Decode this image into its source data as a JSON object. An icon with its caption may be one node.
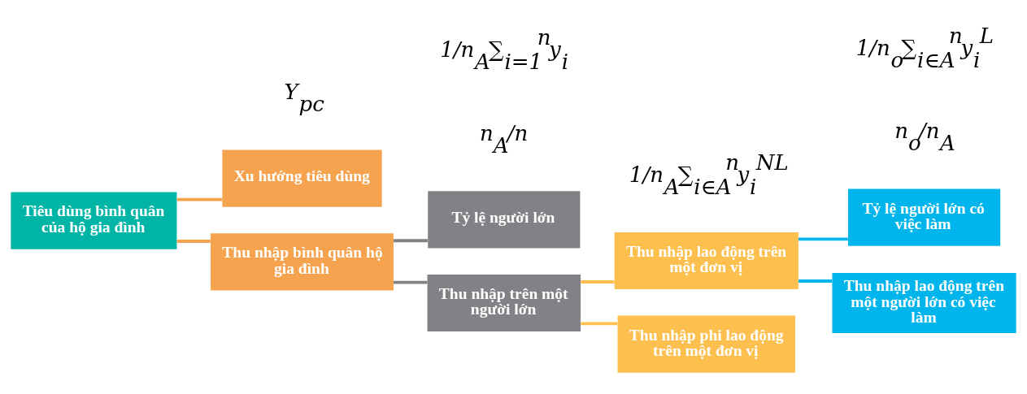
{
  "diagram": {
    "nodes": [
      {
        "text": [
          "Tiêu dùng bình quân của hộ gia đình"
        ]
      },
      {
        "text": [
          "Xu hướng tiêu dùng"
        ]
      },
      {
        "text": [
          "Thu nhập bình quân hộ gia đình"
        ]
      },
      {
        "text": [
          "Tỷ lệ người lớn"
        ]
      },
      {
        "text": [
          "Thu nhập trên một người lớn"
        ]
      },
      {
        "text": [
          "Thu nhập lao động trên một đơn vị"
        ]
      },
      {
        "text": [
          "Thu nhập phi lao động trên một đơn vị"
        ]
      },
      {
        "text": [
          "Tỷ lệ người lớn có việc làm"
        ]
      },
      {
        "text": [
          "Thu nhập lao động trên một người lớn có việc làm"
        ]
      }
    ],
    "edges": [
      {
        "from": 0,
        "to": 1,
        "arrow": "none",
        "color": "#f6a350"
      },
      {
        "from": 0,
        "to": 2,
        "arrow": "none",
        "color": "#f6a350"
      },
      {
        "from": 2,
        "to": 3,
        "arrow": "none",
        "color": "#808285"
      },
      {
        "from": 2,
        "to": 4,
        "arrow": "none",
        "color": "#808285"
      },
      {
        "from": 4,
        "to": 5,
        "arrow": "none",
        "color": "#fdbf4e"
      },
      {
        "from": 4,
        "to": 6,
        "arrow": "none",
        "color": "#fdbf4e"
      },
      {
        "from": 5,
        "to": 7,
        "arrow": "none",
        "color": "#00b5ec"
      },
      {
        "from": 5,
        "to": 8,
        "arrow": "none",
        "color": "#00b5ec"
      }
    ],
    "labels": [
      "n$_{A}$/n",
      "n$_{o}$/n$_{A}$",
      "Y$_{pc}$",
      "1/n$_{A}$∑$_{i=1}$$^{n}$y$_{i}$",
      "1/n$_{A}$∑$_{i∈A}$$^{n}$y$_{i}$$^{NL}$",
      "1/n$_{o}$∑$_{i∈A}$$^{n}$y$_{i}$$^{L}$"
    ]
  }
}
